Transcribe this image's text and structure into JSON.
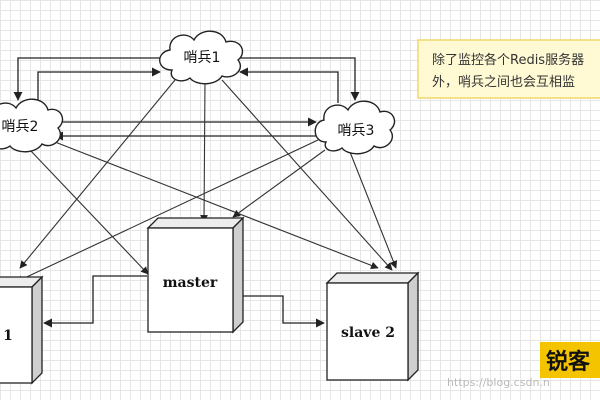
{
  "sentinels": [
    {
      "label": "哨兵1"
    },
    {
      "label": "哨兵2"
    },
    {
      "label": "哨兵3"
    }
  ],
  "nodes": {
    "master": "master",
    "slave_left": "1",
    "slave_right": "slave 2"
  },
  "note": {
    "line1": "除了监控各个Redis服务器",
    "line2": "外，哨兵之间也会互相监"
  },
  "watermark": "https://blog.csdn.n",
  "brand": "锐客",
  "colors": {
    "note_bg": "#fffad4",
    "note_border": "#f0d76a",
    "stroke": "#222222",
    "brand_bg": "#f5c400"
  }
}
